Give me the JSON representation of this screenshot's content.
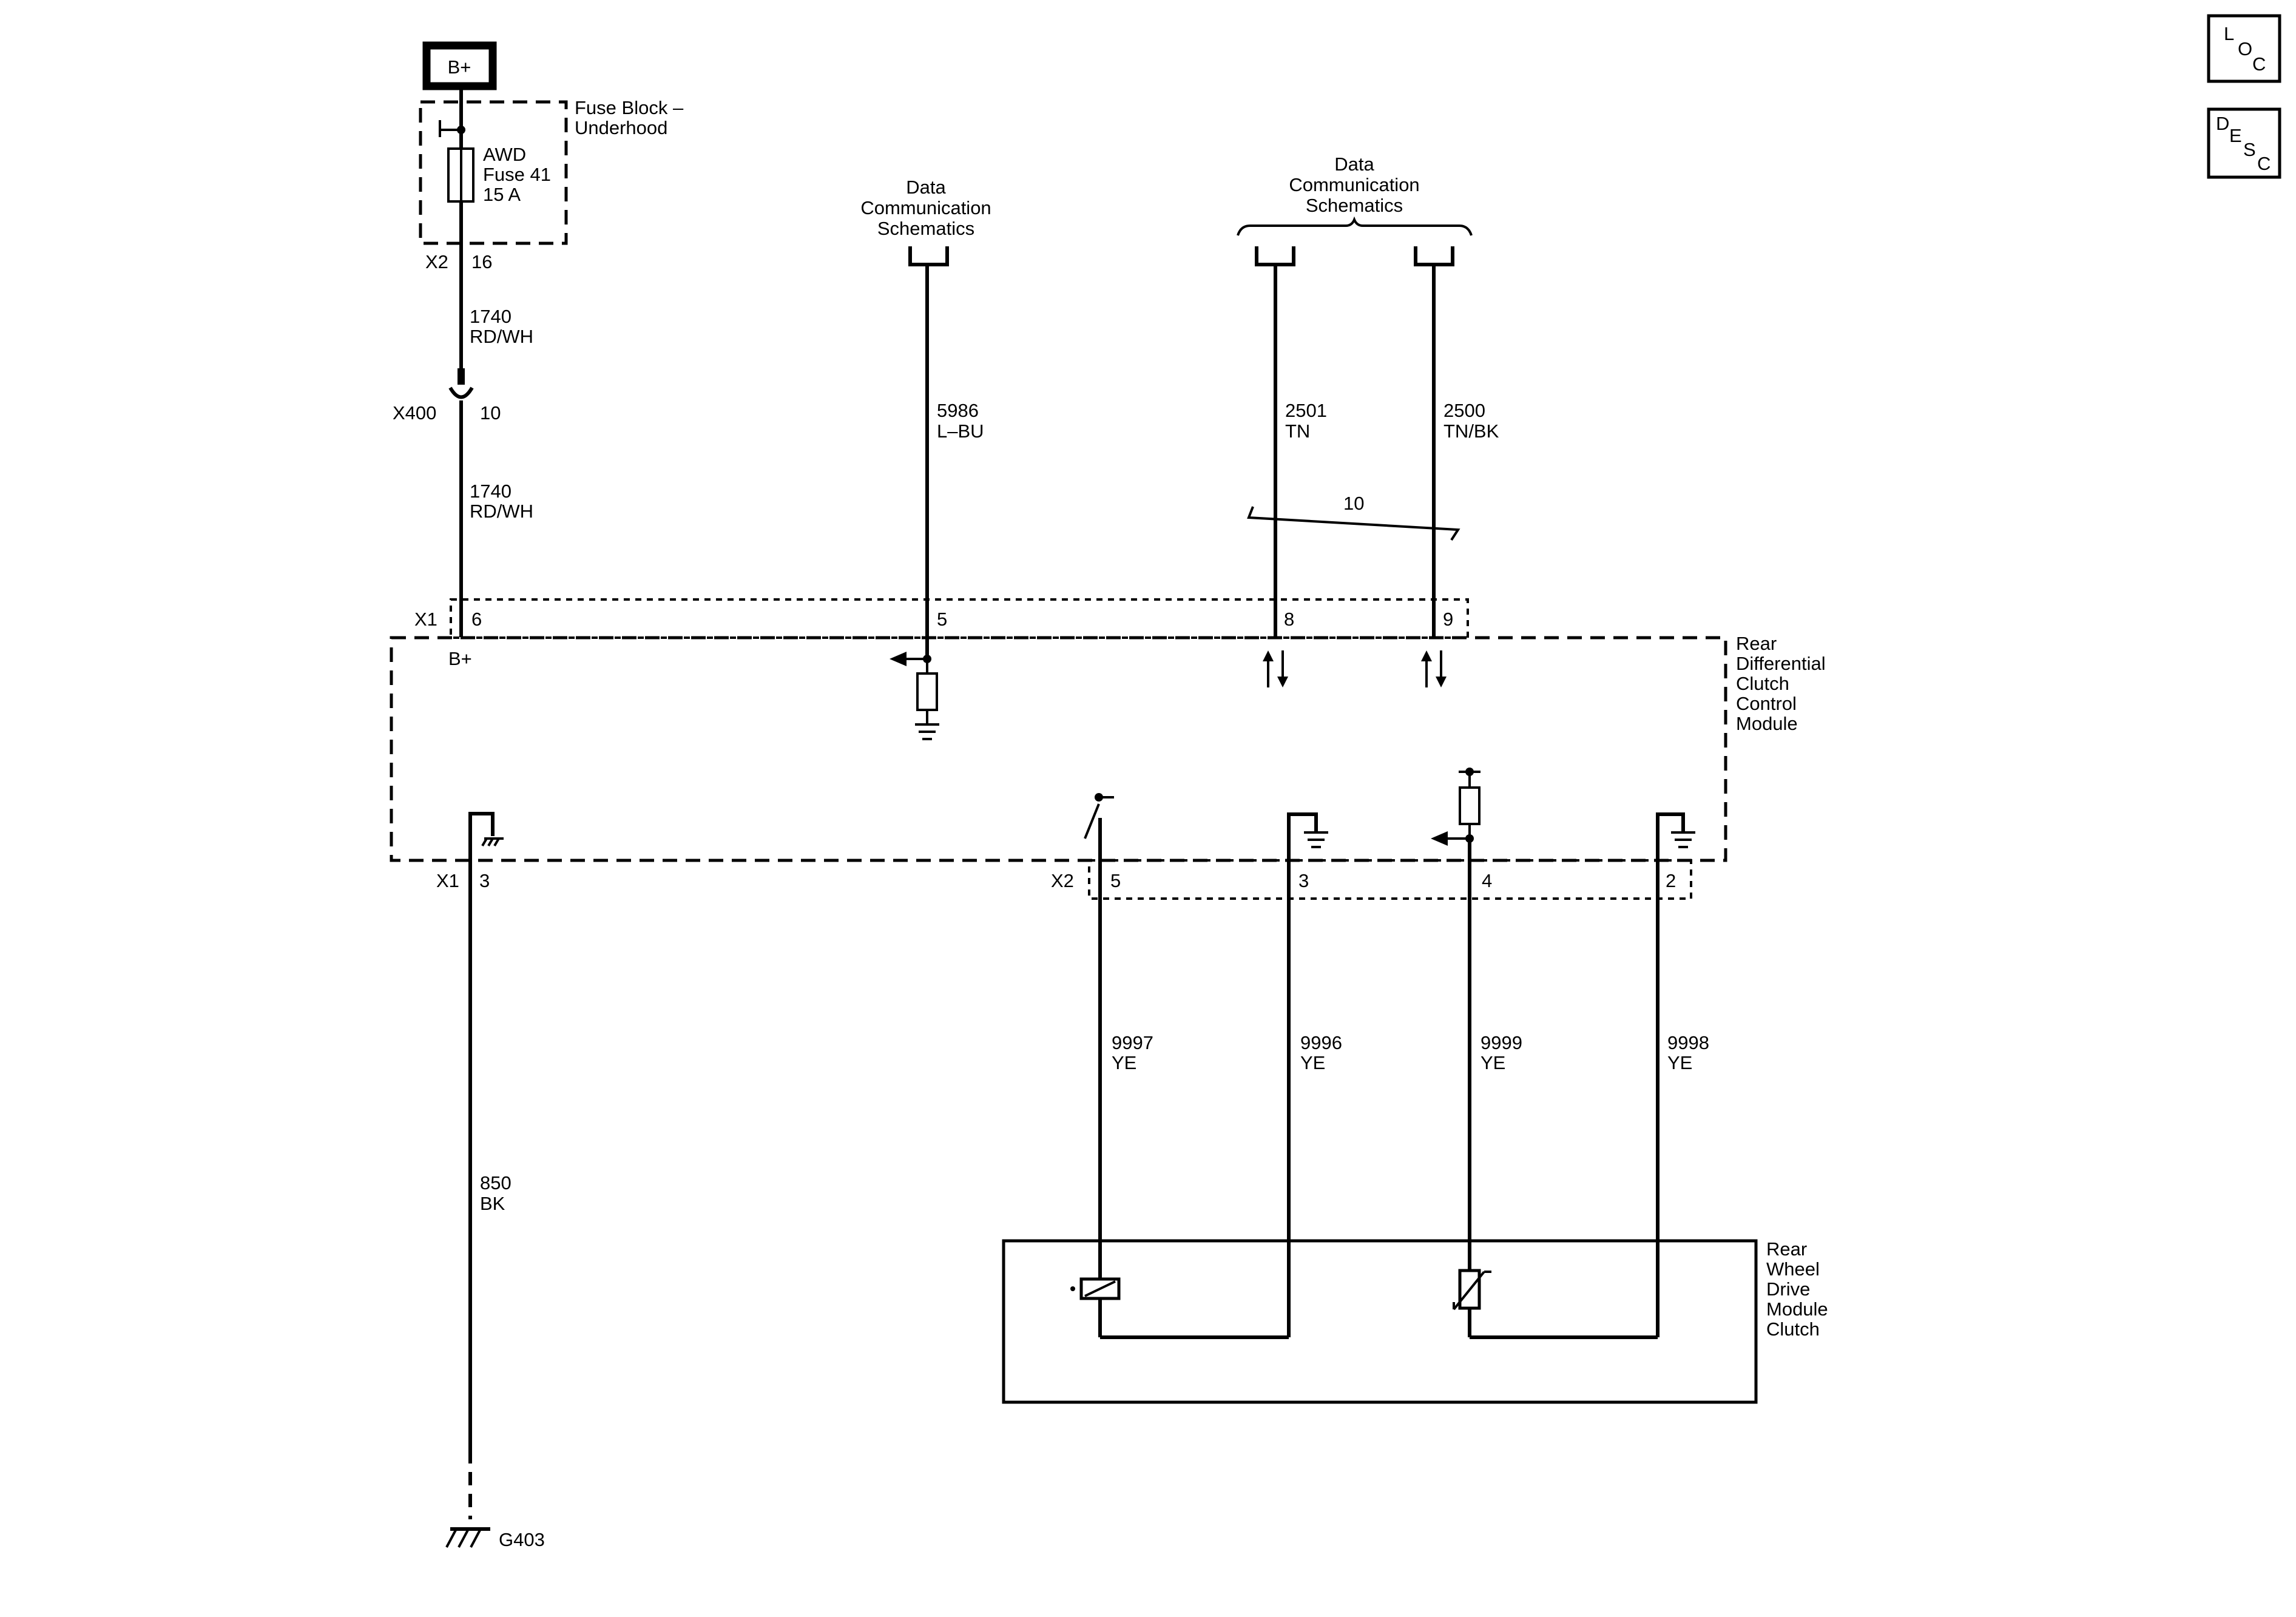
{
  "power": {
    "bplus": "B+"
  },
  "fuse_block": {
    "title_line1": "Fuse Block –",
    "title_line2": "Underhood",
    "fuse_l1": "AWD",
    "fuse_l2": "Fuse 41",
    "fuse_l3": "15 A",
    "conn": "X2",
    "pin": "16"
  },
  "wires": {
    "w1740a": {
      "num": "1740",
      "color": "RD/WH"
    },
    "w1740b": {
      "num": "1740",
      "color": "RD/WH"
    },
    "w5986": {
      "num": "5986",
      "color": "L–BU"
    },
    "w2501": {
      "num": "2501",
      "color": "TN"
    },
    "w2500": {
      "num": "2500",
      "color": "TN/BK"
    },
    "w850": {
      "num": "850",
      "color": "BK"
    },
    "w9997": {
      "num": "9997",
      "color": "YE"
    },
    "w9996": {
      "num": "9996",
      "color": "YE"
    },
    "w9999": {
      "num": "9999",
      "color": "YE"
    },
    "w9998": {
      "num": "9998",
      "color": "YE"
    }
  },
  "inline_conn": {
    "name": "X400",
    "pin": "10"
  },
  "data_comm_left": {
    "l1": "Data",
    "l2": "Communication",
    "l3": "Schematics"
  },
  "data_comm_right": {
    "l1": "Data",
    "l2": "Communication",
    "l3": "Schematics"
  },
  "twist": {
    "label": "10"
  },
  "module": {
    "l1": "Rear",
    "l2": "Differential",
    "l3": "Clutch",
    "l4": "Control",
    "l5": "Module",
    "x1": {
      "conn": "X1",
      "p_bplus": "6",
      "p_5986": "5",
      "p_2501": "8",
      "p_2500": "9",
      "bplus_label": "B+"
    },
    "x1_ground": {
      "conn": "X1",
      "pin": "3"
    },
    "x2": {
      "conn": "X2",
      "p_9997": "5",
      "p_9996": "3",
      "p_9999": "4",
      "p_9998": "2"
    }
  },
  "clutch": {
    "l1": "Rear",
    "l2": "Wheel",
    "l3": "Drive",
    "l4": "Module",
    "l5": "Clutch"
  },
  "ground": {
    "name": "G403"
  },
  "nav": {
    "loc_l": "L",
    "loc_o": "O",
    "loc_c": "C",
    "desc_d": "D",
    "desc_e": "E",
    "desc_s": "S",
    "desc_c": "C"
  }
}
